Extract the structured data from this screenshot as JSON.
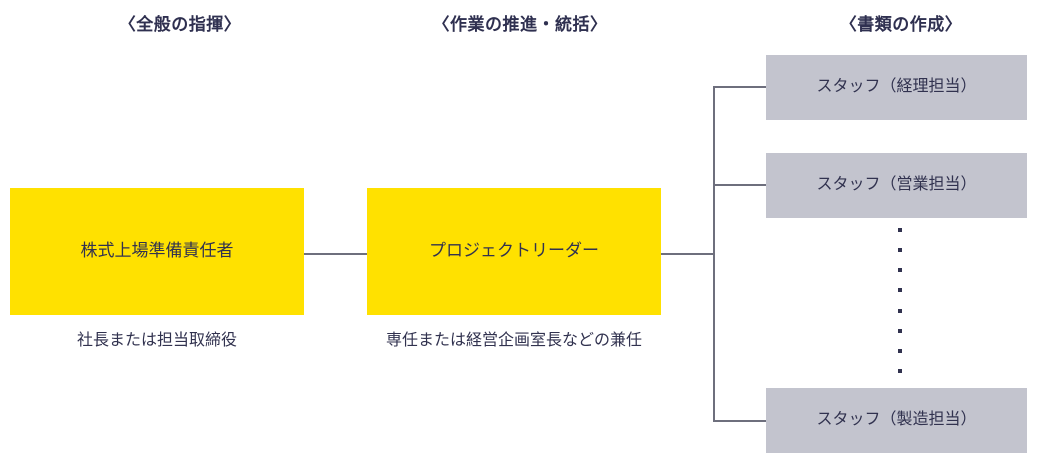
{
  "columns": [
    {
      "id": "command",
      "label": "〈全般の指揮〉"
    },
    {
      "id": "promotion",
      "label": "〈作業の推進・統括〉"
    },
    {
      "id": "documents",
      "label": "〈書類の作成〉"
    }
  ],
  "nodes": {
    "lead_officer": {
      "label": "株式上場準備責任者",
      "caption": "社長または担当取締役"
    },
    "project_leader": {
      "label": "プロジェクトリーダー",
      "caption": "専任または経営企画室長などの兼任"
    },
    "staff": [
      {
        "id": "accounting",
        "label": "スタッフ（経理担当）"
      },
      {
        "id": "sales",
        "label": "スタッフ（営業担当）"
      },
      {
        "id": "manufacturing",
        "label": "スタッフ（製造担当）"
      }
    ]
  },
  "ellipsis": {
    "dot_count": 8,
    "meaning": "continuation-of-staff-list"
  },
  "colors": {
    "box_primary": "#ffe100",
    "box_secondary": "#c3c4ce",
    "text": "#31324f",
    "header_text": "#2f3050",
    "connector": "#6e6f7d",
    "background": "#ffffff"
  }
}
